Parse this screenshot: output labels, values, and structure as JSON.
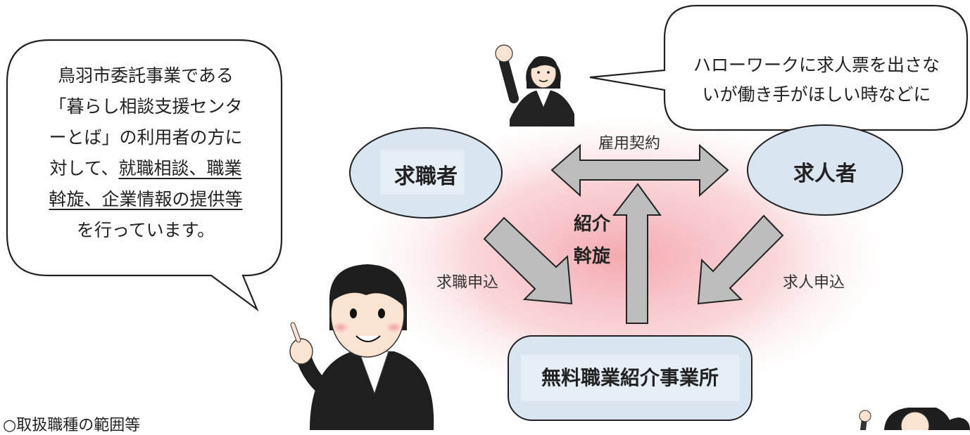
{
  "left_bubble": {
    "lines": [
      "鳥羽市委託事業である",
      "「暮らし相談支援センタ",
      "ーとば」の利用者の方に"
    ],
    "line4_plain": "対して、",
    "line4_underlined": "就職相談、職業",
    "line5_underlined": "斡旋、企業情報の提供等",
    "line6": "を行っています。"
  },
  "right_bubble": {
    "lines": [
      "ハローワークに求人票を出さな",
      "いが働き手がほしい時などに"
    ]
  },
  "nodes": {
    "job_seeker": "求職者",
    "employer": "求人者",
    "agency": "無料職業紹介事業所"
  },
  "edges": {
    "employment_contract": "雇用契約",
    "introduction_line1": "紹介",
    "introduction_line2": "斡旋",
    "job_application": "求職申込",
    "job_offer_application": "求人申込"
  },
  "footer": "○取扱職種の範囲等",
  "colors": {
    "node_fill": "#dae5f2",
    "arrow_fill": "#bdbdbd",
    "glow": "#f3a3a8"
  }
}
